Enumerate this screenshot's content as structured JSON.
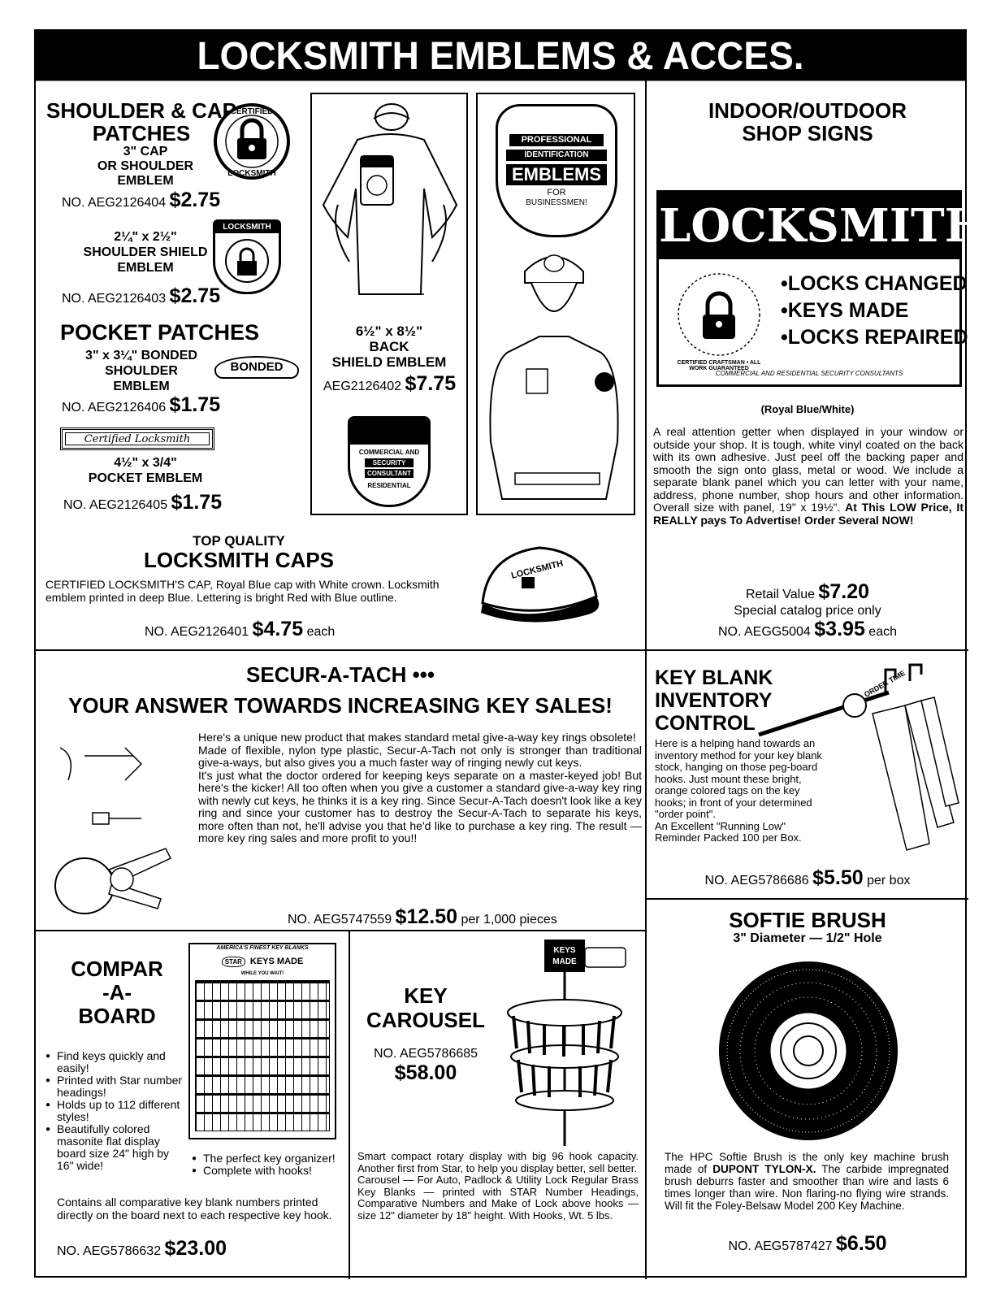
{
  "banner": "LOCKSMITH EMBLEMS & ACCES.",
  "patches": {
    "title1": "SHOULDER & CAP",
    "title2": "PATCHES",
    "cap_emblem": [
      "3\" CAP",
      "OR SHOULDER",
      "EMBLEM"
    ],
    "cap_no": "NO. AEG2126404",
    "cap_price": "$2.75",
    "certified_badge": "CERTIFIED LOCKSMITH",
    "shield_size": "2¼\" x 2½\"",
    "shield_name": [
      "SHOULDER SHIELD",
      "EMBLEM"
    ],
    "shield_badge": "LOCKSMITH",
    "shield_no": "NO. AEG2126403",
    "shield_price": "$2.75",
    "pocket_title": "POCKET PATCHES",
    "pocket_desc": [
      "3\" x 3¼\" BONDED",
      "SHOULDER",
      "EMBLEM"
    ],
    "bonded_badge": "BONDED",
    "pocket_no": "NO. AEG2126406",
    "pocket_price": "$1.75",
    "certified_tag": "Certified Locksmith",
    "pocket2_size": "4½\" x 3/4\"",
    "pocket2_name": "POCKET EMBLEM",
    "pocket2_no": "NO. AEG2126405",
    "pocket2_price": "$1.75"
  },
  "back_emblem": {
    "size": "6½\" x 8½\"",
    "line2": "BACK",
    "line3": "SHIELD EMBLEM",
    "no": "AEG2126402",
    "price": "$7.75",
    "shield_text": [
      "COMMERCIAL AND",
      "SECURITY",
      "CONSULTANT",
      "RESIDENTIAL"
    ]
  },
  "pro_emblems": {
    "line1": "PROFESSIONAL",
    "line2": "IDENTIFICATION",
    "line3": "EMBLEMS",
    "line4": "FOR",
    "line5": "BUSINESSMEN!"
  },
  "caps": {
    "top": "TOP QUALITY",
    "title": "LOCKSMITH CAPS",
    "desc": "CERTIFIED LOCKSMITH'S CAP, Royal Blue cap with White crown. Locksmith emblem printed in deep Blue. Lettering is bright Red with Blue outline.",
    "no": "NO. AEG2126401",
    "price": "$4.75",
    "unit": "each",
    "cap_text": "LOCKSMITH"
  },
  "signs": {
    "title1": "INDOOR/OUTDOOR",
    "title2": "SHOP SIGNS",
    "sign_title": "LOCKSMITH",
    "seal": "CERTIFIED CRAFTSMAN • ALL WORK GUARANTEED",
    "bullets": [
      "•LOCKS CHANGED",
      "•KEYS MADE",
      "•LOCKS REPAIRED"
    ],
    "sign_footer": "COMMERCIAL AND RESIDENTIAL SECURITY CONSULTANTS",
    "color": "(Royal Blue/White)",
    "desc": "A real attention getter when displayed in your window or outside your shop. It is tough, white vinyl coated on the back with its own adhesive. Just peel off the backing paper and smooth the sign onto glass, metal or wood. We include a separate blank panel which you can letter with your name, address, phone number, shop hours and other information. Overall size with panel, 19\" x 19½\".",
    "desc_bold": "At This LOW Price, It REALLY pays To Advertise! Order Several NOW!",
    "retail_label": "Retail Value",
    "retail_price": "$7.20",
    "special": "Special catalog price only",
    "no": "NO. AEGG5004",
    "price": "$3.95",
    "unit": "each"
  },
  "secur": {
    "title1": "SECUR-A-TACH •••",
    "title2": "YOUR ANSWER TOWARDS INCREASING KEY SALES!",
    "p1": "Here's a unique new product that makes standard metal give-a-way key rings obsolete!",
    "p2": "Made of flexible, nylon type plastic, Secur-A-Tach not only is stronger than traditional give-a-ways, but also gives you a much faster way of ringing newly cut keys.",
    "p3": "It's just what the doctor ordered for keeping keys separate on a master-keyed job! But here's the kicker! All too often when you give a customer a standard give-a-way key ring with newly cut keys, he thinks it is a key ring. Since Secur-A-Tach doesn't look like a key ring and since your customer has to destroy the Secur-A-Tach to separate his keys, more often than not, he'll advise you that he'd like to purchase a key ring. The result — more key ring sales and more profit to you!!",
    "no": "NO. AEG5747559",
    "price": "$12.50",
    "unit": "per 1,000 pieces"
  },
  "inventory": {
    "title": [
      "KEY BLANK",
      "INVENTORY",
      "CONTROL"
    ],
    "tag_text": "ORDER TIME",
    "desc": "Here is a helping hand towards an inventory method for your key blank stock, hanging on those peg-board hooks. Just mount these bright, orange colored tags on the key hooks; in front of your determined \"order point\".",
    "desc2": "An Excellent \"Running Low\" Reminder Packed 100 per Box.",
    "no": "NO. AEG5786686",
    "price": "$5.50",
    "unit": "per box"
  },
  "compar": {
    "title": [
      "COMPAR",
      "-A-",
      "BOARD"
    ],
    "board_header": "AMERICA'S FINEST KEY BLANKS",
    "board_logo": "STAR",
    "board_title": "KEYS MADE",
    "board_sub": "WHILE YOU WAIT!",
    "bullets": [
      "Find keys quickly and easily!",
      "Printed with Star number headings!",
      "Holds up to 112 different styles!",
      "Beautifully colored masonite flat display board size 24\" high by 16\" wide!"
    ],
    "bullets2": [
      "The perfect key organizer!",
      "Complete with hooks!"
    ],
    "desc": "Contains all comparative key blank numbers printed directly on the board next to each respective key hook.",
    "no": "NO. AEG5786632",
    "price": "$23.00"
  },
  "carousel": {
    "title": [
      "KEY",
      "CAROUSEL"
    ],
    "sign": [
      "KEYS",
      "MADE"
    ],
    "no": "NO. AEG5786685",
    "price": "$58.00",
    "desc": "Smart compact rotary display with big 96 hook capacity. Another first from Star, to help you display better, sell better.",
    "desc2": "Carousel — For Auto, Padlock & Utility Lock Regular Brass Key Blanks — printed with STAR Number Headings, Comparative Numbers and Make of Lock above hooks — size 12\" diameter by 18\" height. With Hooks, Wt. 5 lbs."
  },
  "brush": {
    "title": "SOFTIE BRUSH",
    "sub": "3\" Diameter — 1/2\" Hole",
    "desc_a": "The HPC Softie Brush is the only key machine brush made of ",
    "desc_bold": "DUPONT TYLON-X.",
    "desc_b": " The carbide impregnated brush deburrs faster and smoother than wire and lasts 6 times longer than wire. Non flaring-no flying wire strands. Will fit the Foley-Belsaw Model 200 Key Machine.",
    "no": "NO. AEG5787427",
    "price": "$6.50"
  }
}
